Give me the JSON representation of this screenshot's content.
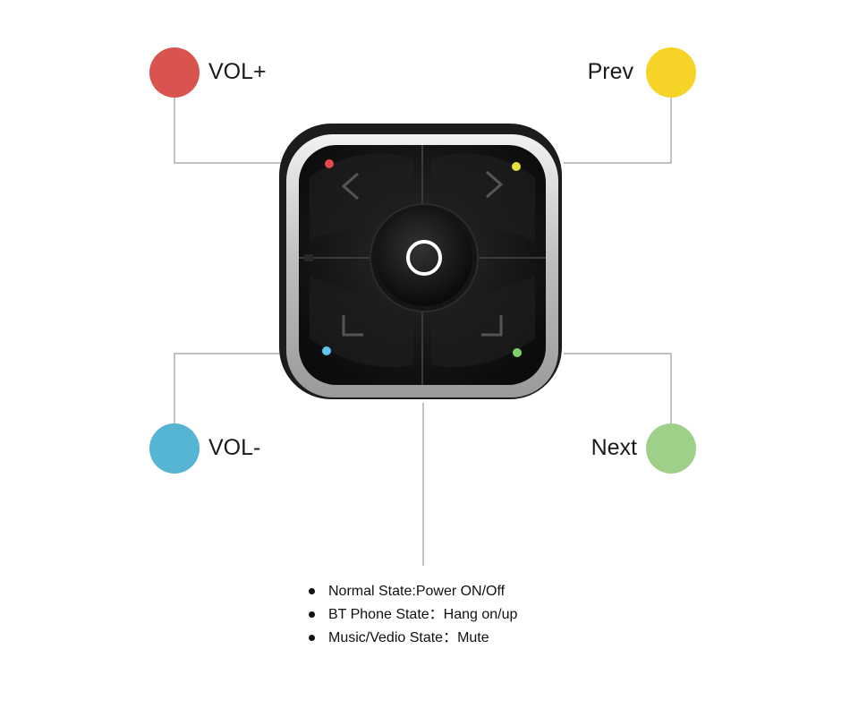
{
  "callouts": {
    "vol_up": {
      "label": "VOL+",
      "color": "#d9534f"
    },
    "prev": {
      "label": "Prev",
      "color": "#f5d327"
    },
    "vol_down": {
      "label": "VOL-",
      "color": "#56b5d3"
    },
    "next": {
      "label": "Next",
      "color": "#9fd08a"
    }
  },
  "device": {
    "indicator_colors": {
      "top_left": "#e24a48",
      "top_right": "#e6e13d",
      "bottom_left": "#5ec6ee",
      "bottom_right": "#7ed06a"
    },
    "center_icon": "power-ring-icon",
    "left_icon": "chevron-left-icon",
    "right_icon": "chevron-right-icon",
    "bottom_left_icon": "corner-bracket-icon",
    "bottom_right_icon": "corner-bracket-icon"
  },
  "center_functions": [
    "Normal State:Power ON/Off",
    "BT Phone State：Hang on/up",
    "Music/Vedio State：Mute"
  ]
}
